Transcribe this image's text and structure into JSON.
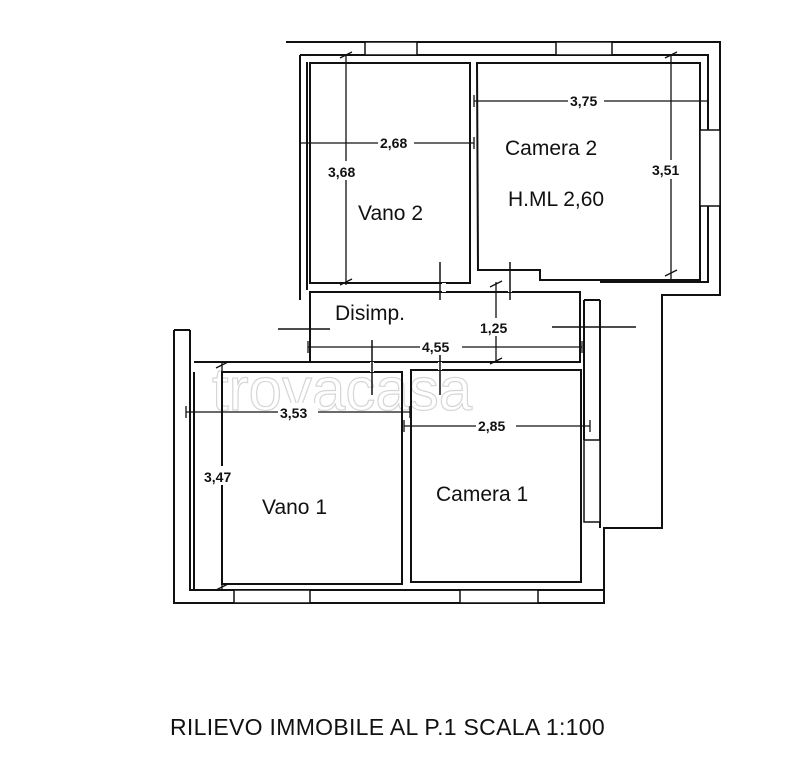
{
  "rooms": {
    "vano2": "Vano 2",
    "camera2": "Camera 2",
    "camera2_height": "H.ML 2,60",
    "disimp": "Disimp.",
    "vano1": "Vano 1",
    "camera1": "Camera 1"
  },
  "dimensions": {
    "vano2_width": "2,68",
    "vano2_depth": "3,68",
    "camera2_width": "3,75",
    "camera2_depth": "3,51",
    "disimp_depth": "1,25",
    "disimp_width": "4,55",
    "vano1_width": "3,53",
    "vano1_depth": "3,47",
    "camera1_width": "2,85"
  },
  "watermark": "trovacasa",
  "caption": "RILIEVO IMMOBILE AL P.1 SCALA 1:100"
}
